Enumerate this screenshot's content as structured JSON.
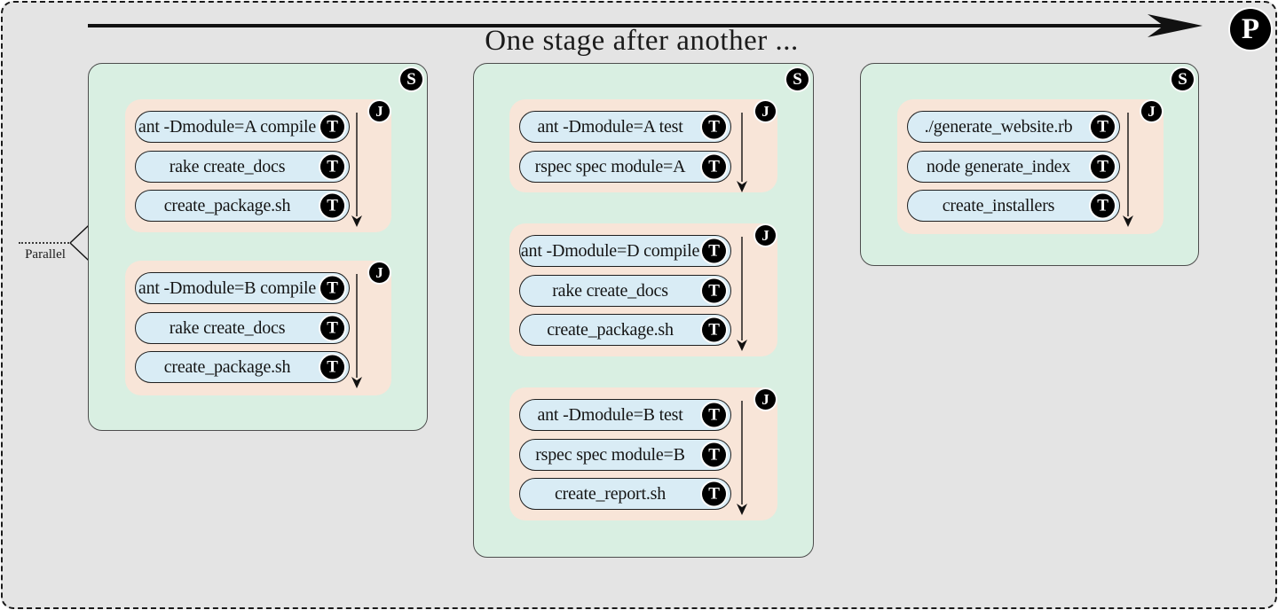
{
  "title": "One stage after another ...",
  "pipeline": {
    "badge": "P"
  },
  "parallel": {
    "label": "Parallel"
  },
  "colors": {
    "background": "#e4e4e4",
    "stage_fill": "#d9efe2",
    "job_fill": "#f8e5d8",
    "task_fill": "#d9ecf5",
    "badge_fill": "#000000",
    "badge_text": "#ffffff",
    "arrow": "#111111"
  },
  "stages": [
    {
      "badge": "S",
      "jobs": [
        {
          "badge": "J",
          "tasks": [
            {
              "label": "ant -Dmodule=A compile",
              "badge": "T"
            },
            {
              "label": "rake create_docs",
              "badge": "T"
            },
            {
              "label": "create_package.sh",
              "badge": "T"
            }
          ]
        },
        {
          "badge": "J",
          "tasks": [
            {
              "label": "ant -Dmodule=B compile",
              "badge": "T"
            },
            {
              "label": "rake create_docs",
              "badge": "T"
            },
            {
              "label": "create_package.sh",
              "badge": "T"
            }
          ]
        }
      ]
    },
    {
      "badge": "S",
      "jobs": [
        {
          "badge": "J",
          "tasks": [
            {
              "label": "ant -Dmodule=A test",
              "badge": "T"
            },
            {
              "label": "rspec spec module=A",
              "badge": "T"
            }
          ]
        },
        {
          "badge": "J",
          "tasks": [
            {
              "label": "ant -Dmodule=D compile",
              "badge": "T"
            },
            {
              "label": "rake create_docs",
              "badge": "T"
            },
            {
              "label": "create_package.sh",
              "badge": "T"
            }
          ]
        },
        {
          "badge": "J",
          "tasks": [
            {
              "label": "ant -Dmodule=B test",
              "badge": "T"
            },
            {
              "label": "rspec spec module=B",
              "badge": "T"
            },
            {
              "label": "create_report.sh",
              "badge": "T"
            }
          ]
        }
      ]
    },
    {
      "badge": "S",
      "jobs": [
        {
          "badge": "J",
          "tasks": [
            {
              "label": "./generate_website.rb",
              "badge": "T"
            },
            {
              "label": "node generate_index",
              "badge": "T"
            },
            {
              "label": "create_installers",
              "badge": "T"
            }
          ]
        }
      ]
    }
  ]
}
